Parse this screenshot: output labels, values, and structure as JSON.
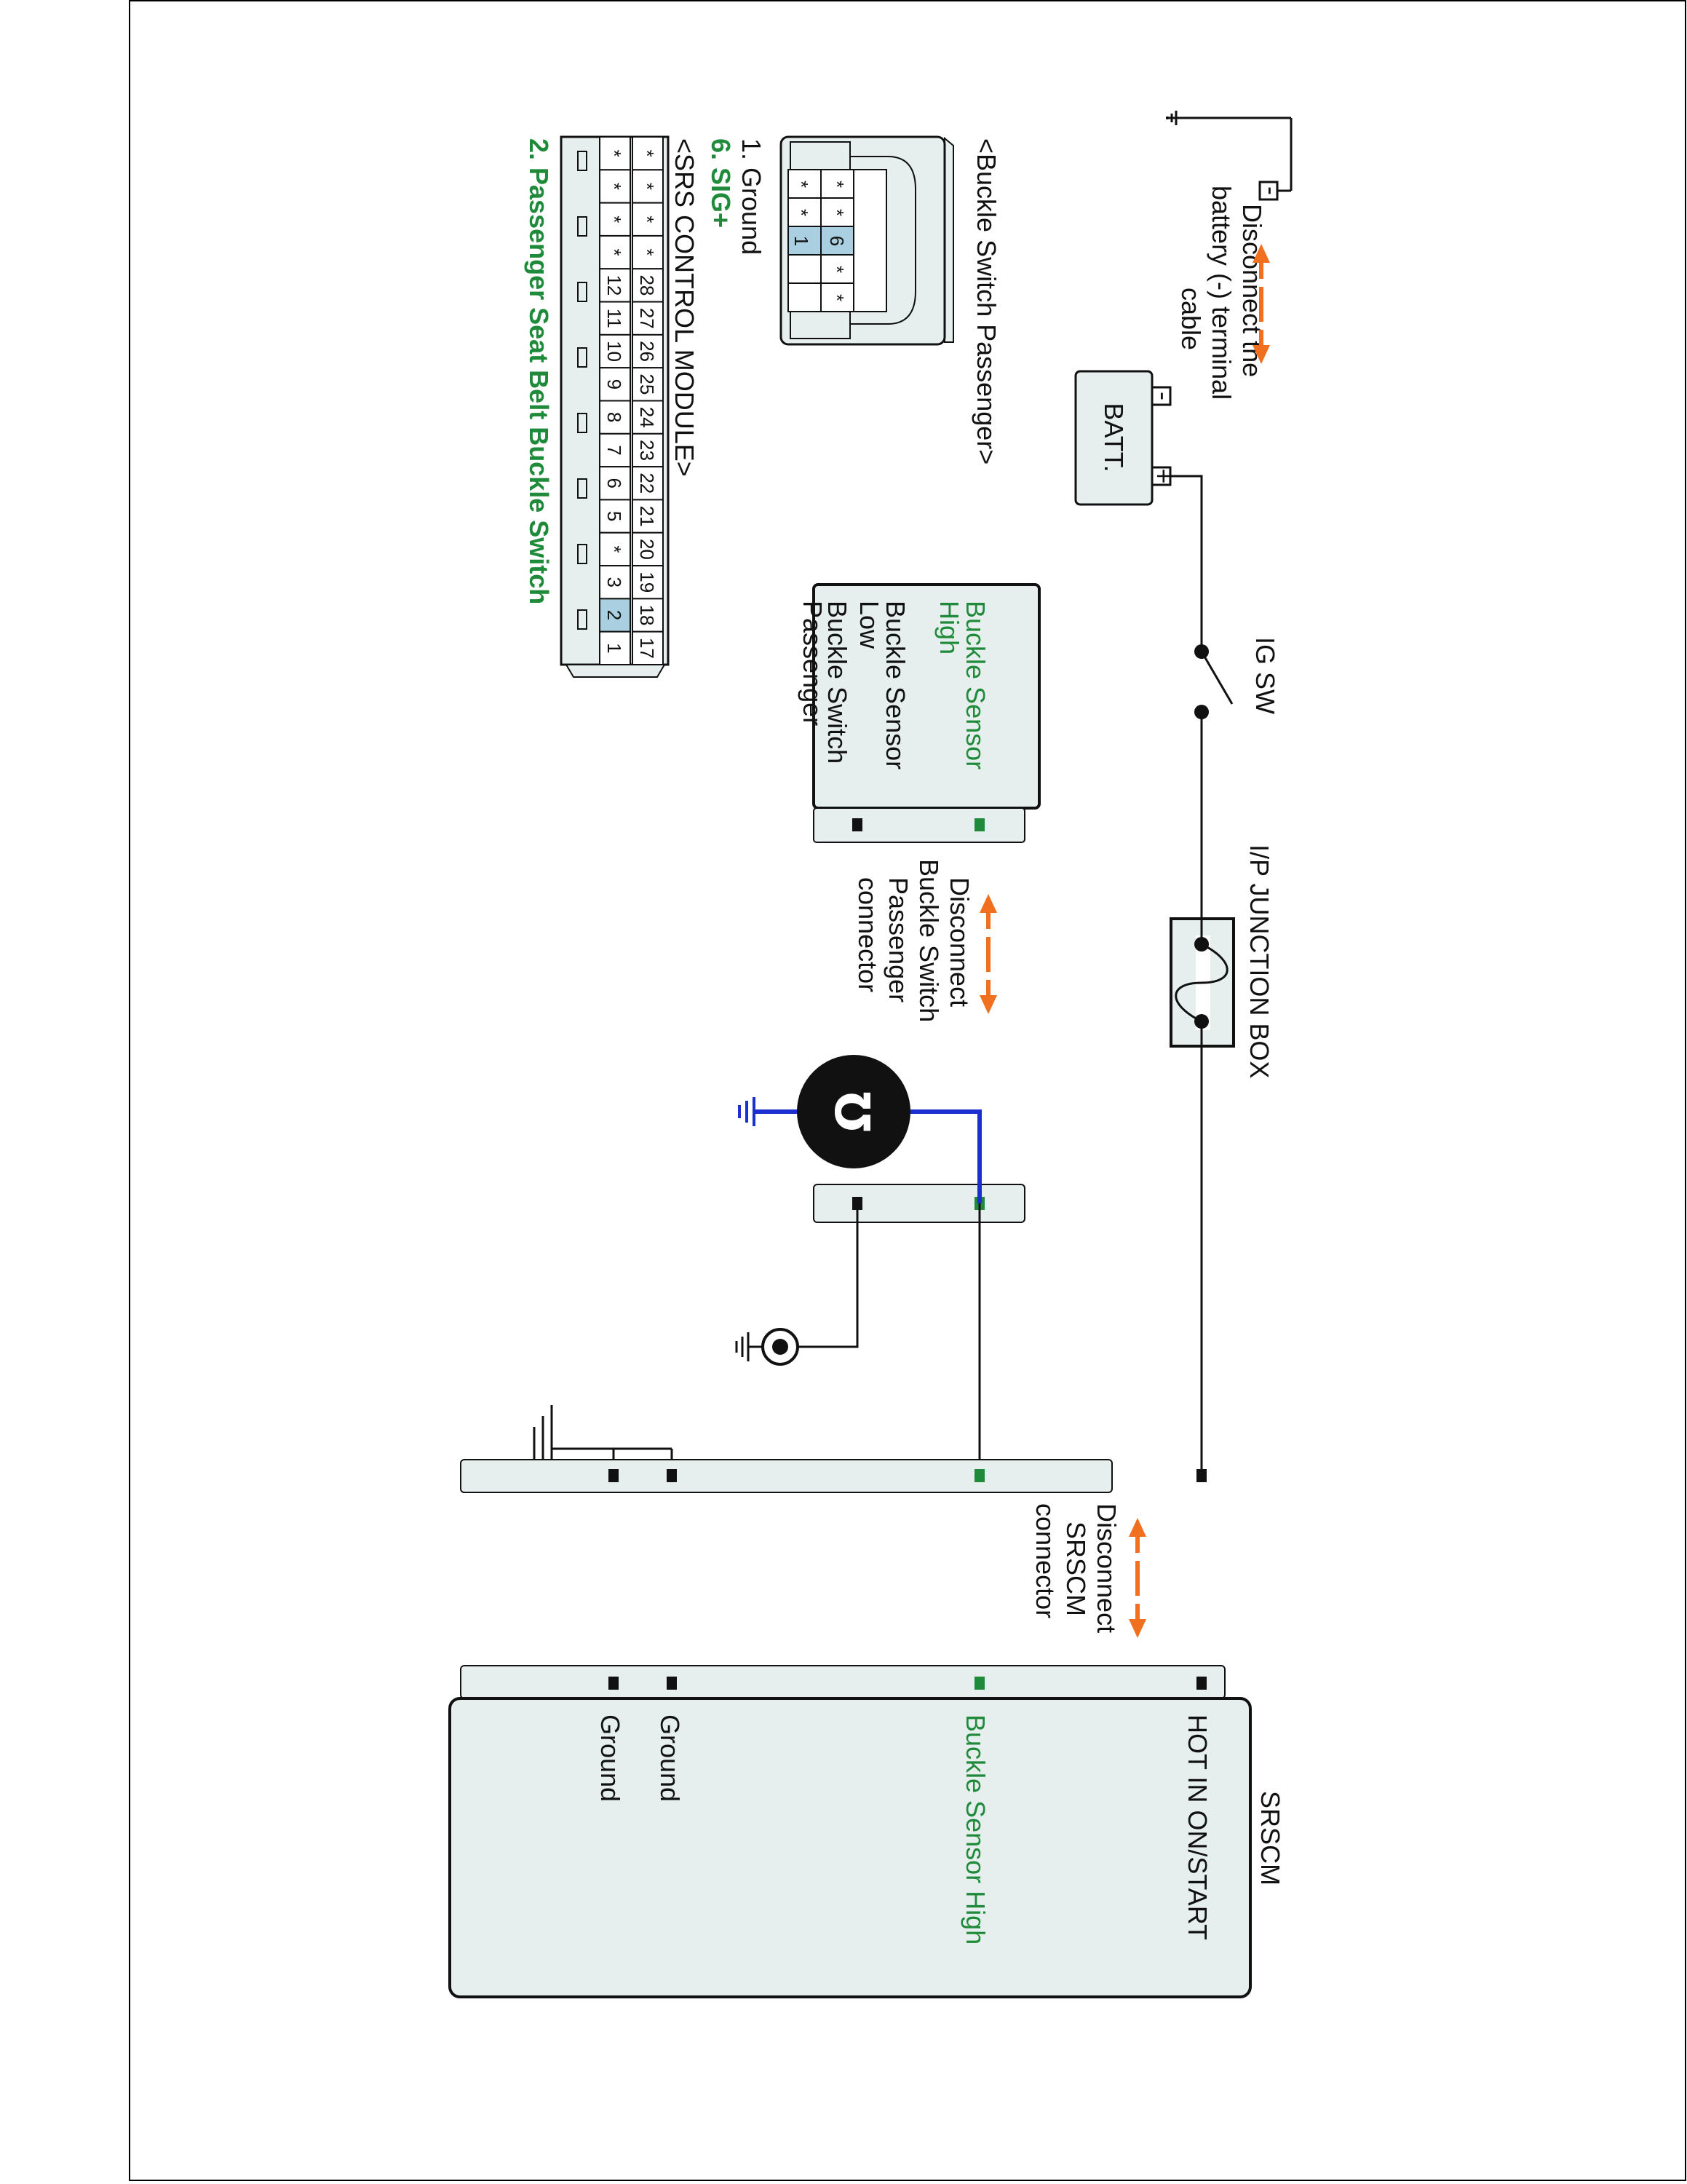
{
  "diagram": {
    "ground_note": {
      "line1": "Disconnect the",
      "line2": "battery (-) terminal",
      "line3": "cable"
    },
    "battery": {
      "label": "BATT.",
      "minus": "-",
      "plus": "+"
    },
    "ignition_switch": {
      "label": "IG SW"
    },
    "junction_box": {
      "label": "I/P JUNCTION BOX"
    },
    "buckle_connector_note": {
      "line1": "Disconnect",
      "line2": "Buckle Switch",
      "line3": "Passenger",
      "line4": "connector"
    },
    "srscm_connector_note": {
      "line1": "Disconnect",
      "line2": "SRSCM",
      "line3": "connector"
    },
    "buckle_switch_box": {
      "high_line1": "Buckle Sensor",
      "high_line2": "High",
      "low_line1": "Buckle Sensor",
      "low_line2": "Low",
      "name_line1": "Buckle Switch",
      "name_line2": "Passenger"
    },
    "srscm_box": {
      "title": "SRSCM",
      "hot": "HOT IN ON/START",
      "sensor_high": "Buckle Sensor High",
      "ground1": "Ground",
      "ground2": "Ground"
    },
    "ohmmeter": {
      "symbol": "Ω"
    },
    "buckle_connector_view": {
      "title": "<Buckle Switch Passenger>",
      "pin1": "1. Ground",
      "pin6": "6. SIG+",
      "cells": [
        "*",
        "*",
        "*",
        "1",
        "*",
        "*",
        "6",
        "*",
        "*",
        "*"
      ]
    },
    "srs_connector_view": {
      "title": "<SRS CONTROL MODULE>",
      "pin_note": "2. Passenger Seat Belt Buckle Switch",
      "row1": [
        "*",
        "*",
        "*",
        "*",
        "12",
        "11",
        "10",
        "9",
        "8",
        "7",
        "6",
        "5",
        "*",
        "3",
        "2",
        "1"
      ],
      "row1_marks": [
        "*",
        "*",
        "*",
        "*",
        "*",
        "*",
        "*",
        "*"
      ],
      "row2": [
        "*",
        "*",
        "*",
        "*",
        "28",
        "27",
        "26",
        "25",
        "24",
        "23",
        "22",
        "21",
        "20",
        "19",
        "18",
        "17"
      ]
    },
    "colors": {
      "wire": "#111111",
      "measure_wire": "#1b2fd1",
      "signal_text": "#1e8a3a",
      "arrow": "#f07020",
      "box_fill": "#e6eeee",
      "highlight_cell": "#a9cfe0"
    }
  }
}
